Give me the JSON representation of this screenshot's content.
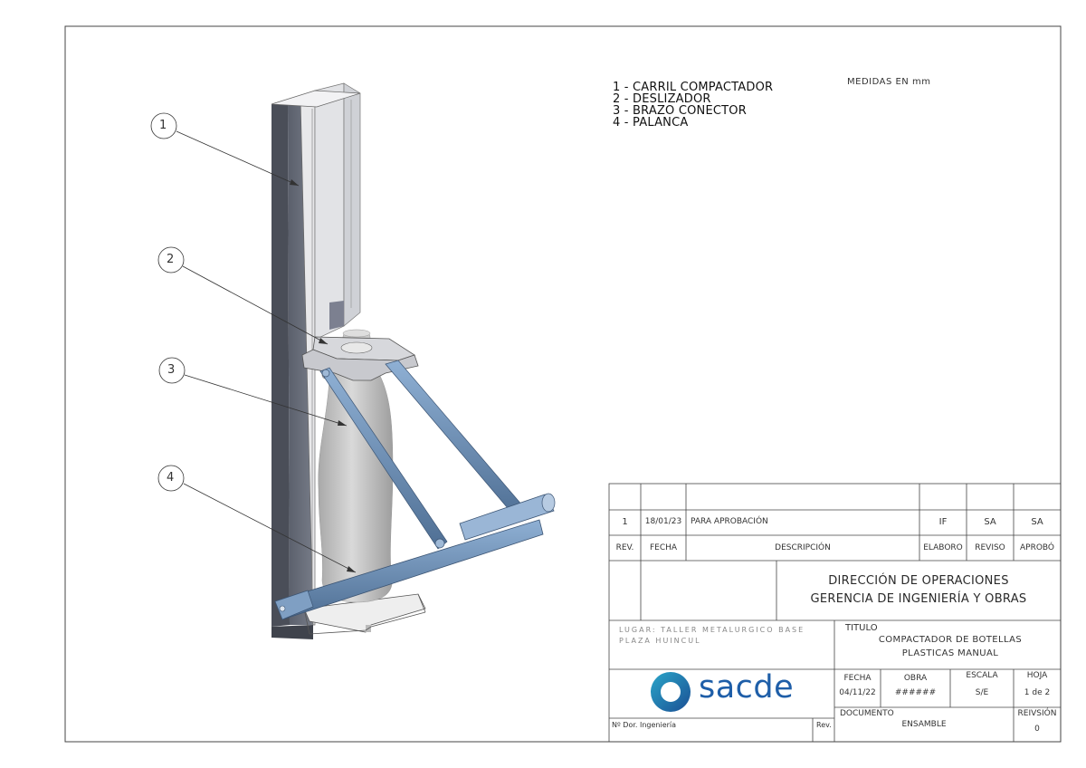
{
  "notes": {
    "units": "MEDIDAS EN mm"
  },
  "parts": [
    {
      "num": "1",
      "label": "1 - CARRIL COMPACTADOR"
    },
    {
      "num": "2",
      "label": "2 - DESLIZADOR"
    },
    {
      "num": "3",
      "label": "3 - BRAZO CONECTOR"
    },
    {
      "num": "4",
      "label": "4 - PALANCA"
    }
  ],
  "revision_table": {
    "row": {
      "rev": "1",
      "fecha": "18/01/23",
      "descripcion": "PARA APROBACIÓN",
      "elaboro": "IF",
      "reviso": "SA",
      "aprobo": "SA"
    },
    "headers": {
      "rev": "REV.",
      "fecha": "FECHA",
      "descripcion": "DESCRIPCIÓN",
      "elaboro": "ELABORO",
      "reviso": "REVISO",
      "aprobo": "APROBÓ"
    }
  },
  "title_block": {
    "department_line1": "DIRECCIÓN DE OPERACIONES",
    "department_line2": "GERENCIA DE INGENIERÍA Y OBRAS",
    "lugar_line1": "LUGAR:   TALLER METALURGICO BASE",
    "lugar_line2": "PLAZA HUINCUL",
    "titulo_label": "TITULO",
    "titulo_line1": "COMPACTADOR DE BOTELLAS",
    "titulo_line2": "PLASTICAS MANUAL",
    "company": "sacde",
    "fecha_label": "FECHA",
    "fecha_value": "04/11/22",
    "obra_label": "OBRA",
    "obra_value": "######",
    "escala_label": "ESCALA",
    "escala_value": "S/E",
    "hoja_label": "HOJA",
    "hoja_value": "1 de 2",
    "doc_number_label": "Nº Dor. Ingeniería",
    "rev_label": "Rev.",
    "documento_label": "DOCUMENTO",
    "documento_value": "ENSAMBLE",
    "revision_label": "REIVSIÓN",
    "revision_value": "0"
  },
  "colors": {
    "steel_dark": "#5f6470",
    "steel_light": "#c4c6cc",
    "arm_blue": "#6f8fb3",
    "bottle": "#bfbfbf",
    "logo_blue": "#1e5ea8"
  }
}
